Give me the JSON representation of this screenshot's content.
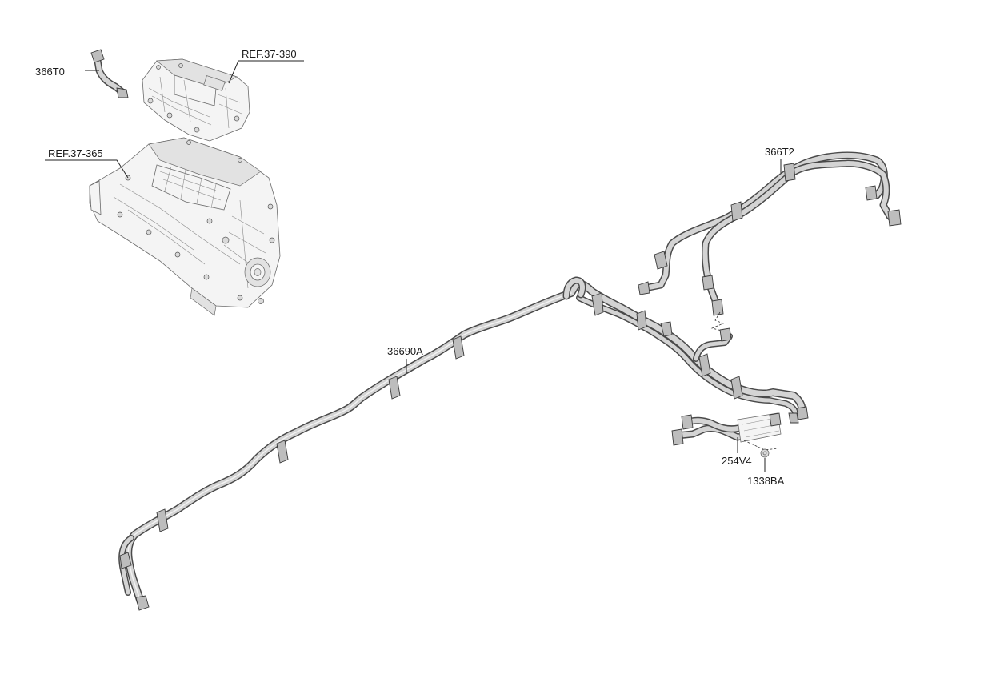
{
  "labels": {
    "hose_366T0": "366T0",
    "ref_37_390": "REF.37-390",
    "ref_37_365": "REF.37-365",
    "hose_366T2": "366T2",
    "hose_36690A": "36690A",
    "hose_254V4": "254V4",
    "part_1338BA": "1338BA"
  },
  "colors": {
    "line": "#222222",
    "hose_outline": "#4a4a4a",
    "hose_fill": "#d4d4d4",
    "background": "#ffffff"
  }
}
